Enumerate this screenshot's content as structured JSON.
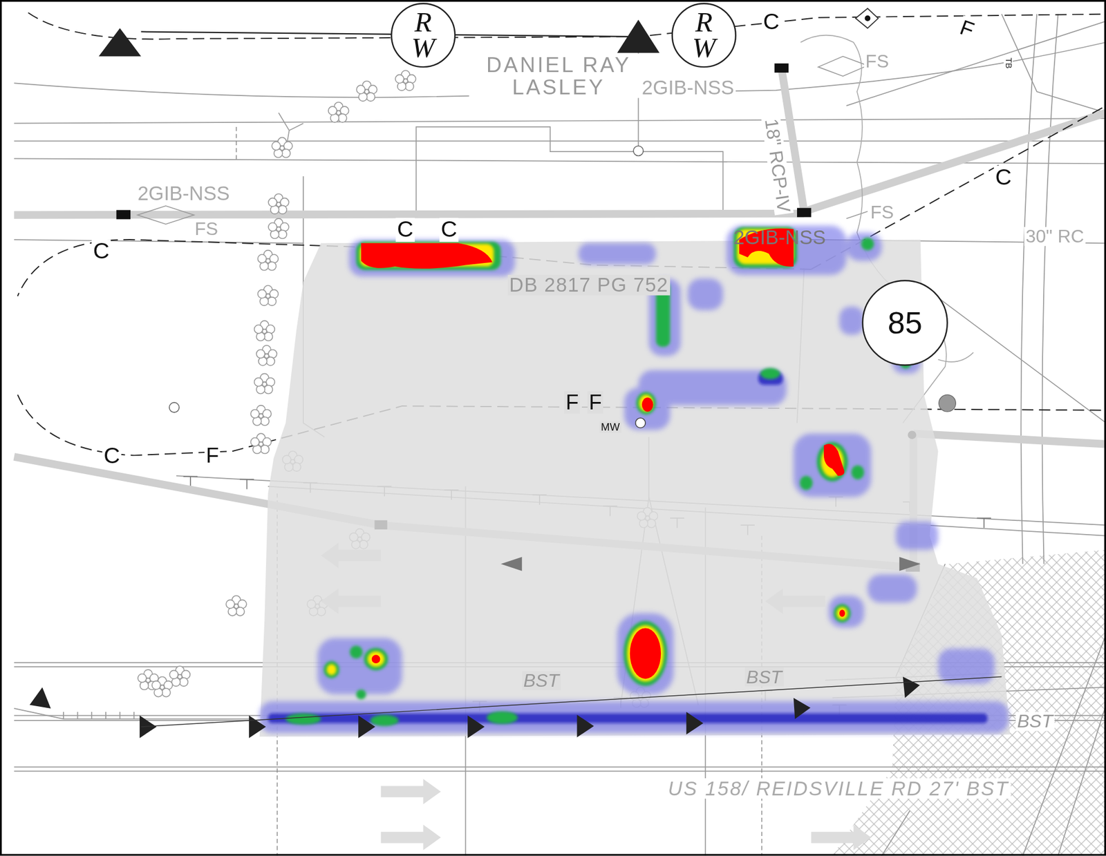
{
  "diagram": {
    "nodes": [
      {
        "text": [
          "R W"
        ]
      },
      {
        "text": [
          "R W"
        ]
      },
      {
        "text": [
          "85"
        ]
      }
    ],
    "labels": [
      "DANIEL RAY LASLEY",
      "2GIB-NSS",
      "2GIB-NSS",
      "2GIB-NSS",
      "FS",
      "FS",
      "FS",
      "18\" RCP-IV",
      "TB",
      "30\" RC",
      "C",
      "F",
      "C",
      "C",
      "C",
      "C",
      "DB 2817 PG 752",
      "F",
      "F",
      "MW",
      "C",
      "F",
      "BST",
      "BST",
      "BST",
      "US 158/ REIDSVILLE RD 27' BST"
    ]
  }
}
